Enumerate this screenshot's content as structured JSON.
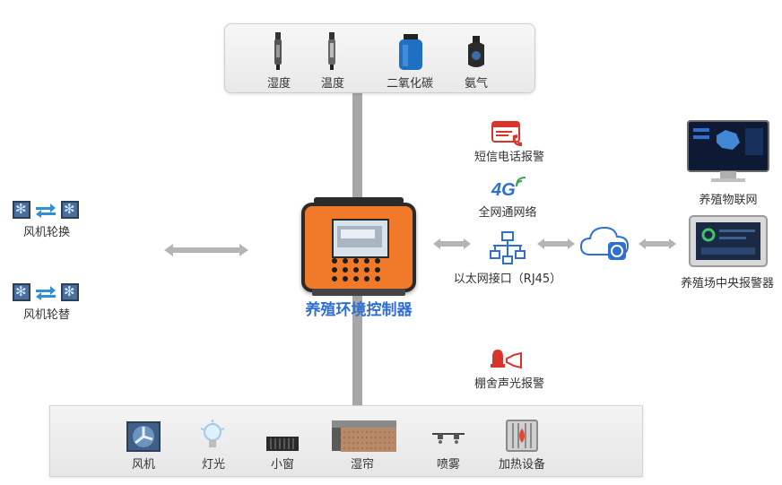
{
  "sensors": [
    {
      "label": "湿度",
      "icon": "humidity-probe-icon"
    },
    {
      "label": "温度",
      "icon": "temperature-probe-icon"
    },
    {
      "label": "二氧化碳",
      "icon": "co2-sensor-icon"
    },
    {
      "label": "氨气",
      "icon": "ammonia-sensor-icon"
    }
  ],
  "controller": {
    "title": "养殖环境控制器",
    "title_color": "#2f6fd3",
    "body_color": "#f07a2a"
  },
  "left": {
    "fan_rotate": "风机轮换",
    "fan_alternate": "风机轮替"
  },
  "network": {
    "sms_alarm": "短信电话报警",
    "four_g_logo": "4G",
    "full_network": "全网通网络",
    "ethernet": "以太网接口（RJ45）",
    "shed_alarm": "棚舍声光报警"
  },
  "right": {
    "iot": "养殖物联网",
    "central_alarm": "养殖场中央报警器"
  },
  "actuators": [
    {
      "label": "风机",
      "icon": "fan-icon"
    },
    {
      "label": "灯光",
      "icon": "light-bulb-icon"
    },
    {
      "label": "小窗",
      "icon": "small-window-icon"
    },
    {
      "label": "湿帘",
      "icon": "wet-curtain-icon"
    },
    {
      "label": "喷雾",
      "icon": "spray-icon"
    },
    {
      "label": "加热设备",
      "icon": "heater-icon"
    }
  ],
  "colors": {
    "arrow": "#b5b5b5",
    "alarm_red": "#d9342b",
    "network_blue": "#2f6fd3"
  }
}
